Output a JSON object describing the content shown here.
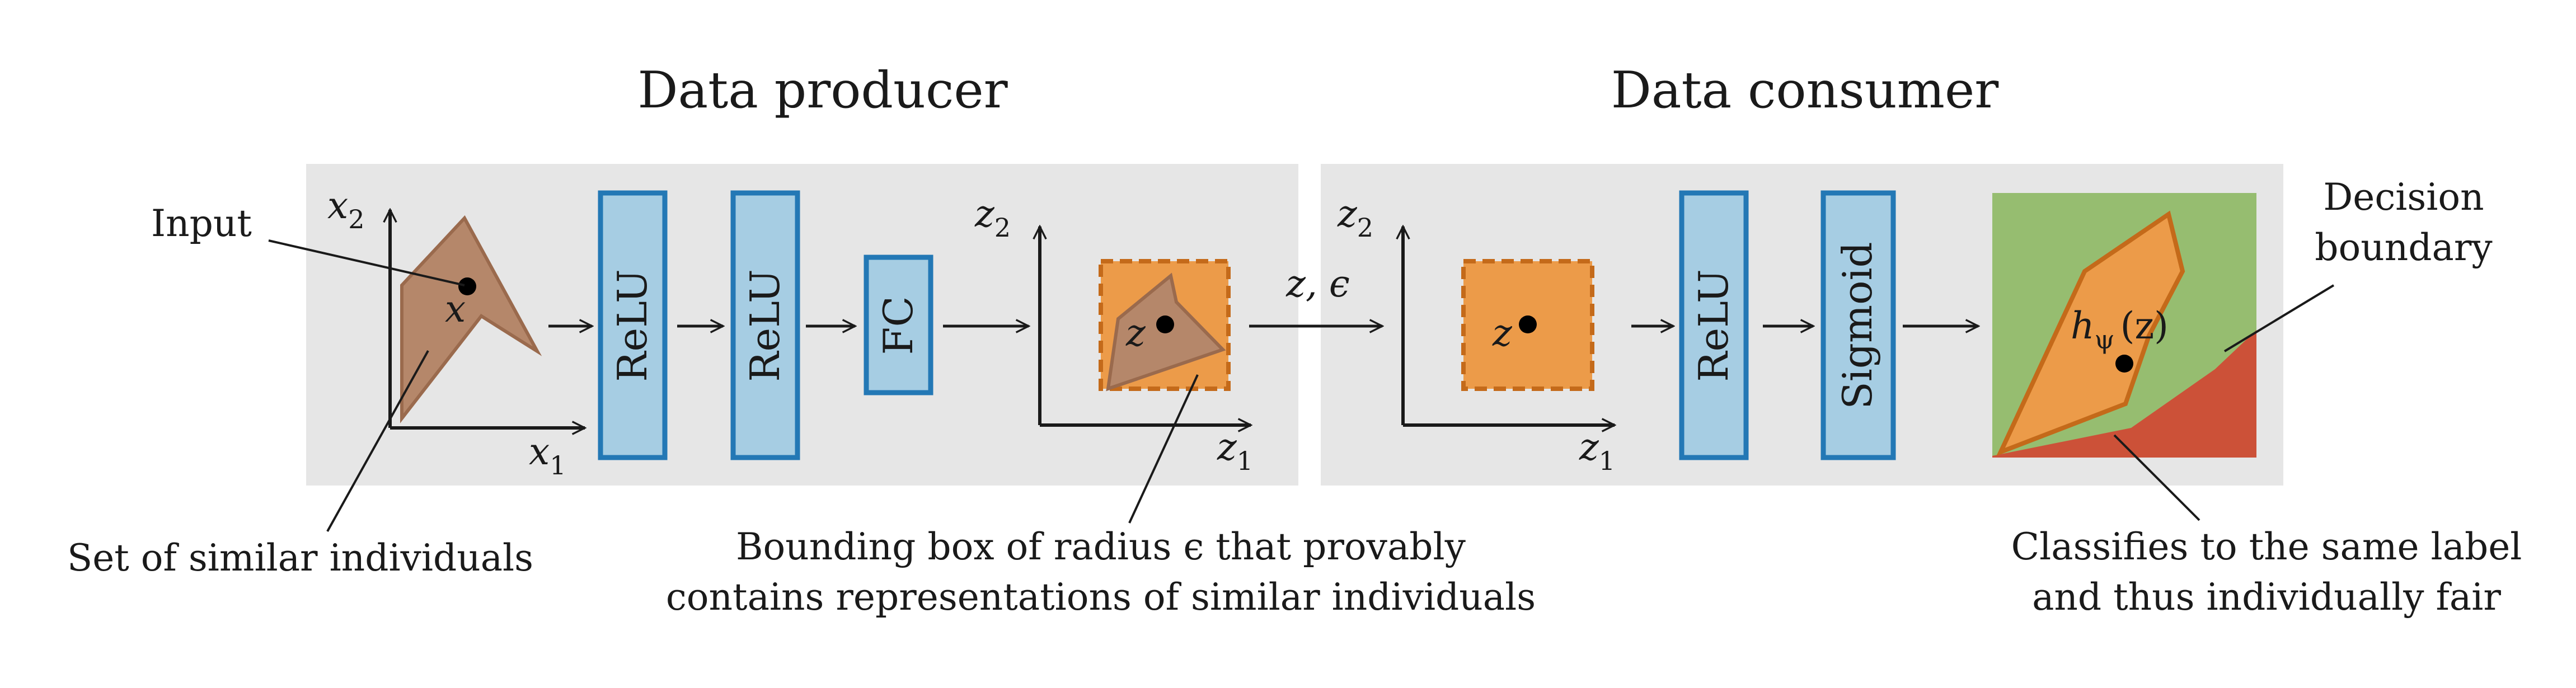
{
  "producer": {
    "title": "Data producer",
    "input_label": "Input",
    "set_label": "Set of similar individuals",
    "axis1": {
      "x_var": "x",
      "x_sub": "1",
      "y_var": "x",
      "y_sub": "2"
    },
    "point_label": "x",
    "blocks": [
      "ReLU",
      "ReLU",
      "FC"
    ],
    "axis2": {
      "x_var": "z",
      "x_sub": "1",
      "y_var": "z",
      "y_sub": "2"
    },
    "latent_point_label": "z",
    "bbox_caption_line1": "Bounding box of radius ϵ that provably",
    "bbox_caption_line2": "contains representations of similar individuals"
  },
  "transfer_label": "z, ϵ",
  "consumer": {
    "title": "Data consumer",
    "axis": {
      "x_var": "z",
      "x_sub": "1",
      "y_var": "z",
      "y_sub": "2"
    },
    "point_label": "z",
    "blocks": [
      "ReLU",
      "Sigmoid"
    ],
    "h_label": "h",
    "h_sub": "ψ",
    "h_arg": "(z)",
    "decision_line1": "Decision",
    "decision_line2": "boundary",
    "classify_line1": "Classifies to the same label",
    "classify_line2": "and thus individually fair"
  },
  "colors": {
    "panel_bg": "#e6e6e6",
    "block_fill": "#a6cde3",
    "block_stroke": "#2378b5",
    "brown_fill": "#b5876a",
    "brown_stroke": "#9a6a4d",
    "orange_fill": "#ec9b49",
    "orange_stroke": "#c46a1a",
    "green": "#96bd70",
    "red": "#cc5138"
  }
}
